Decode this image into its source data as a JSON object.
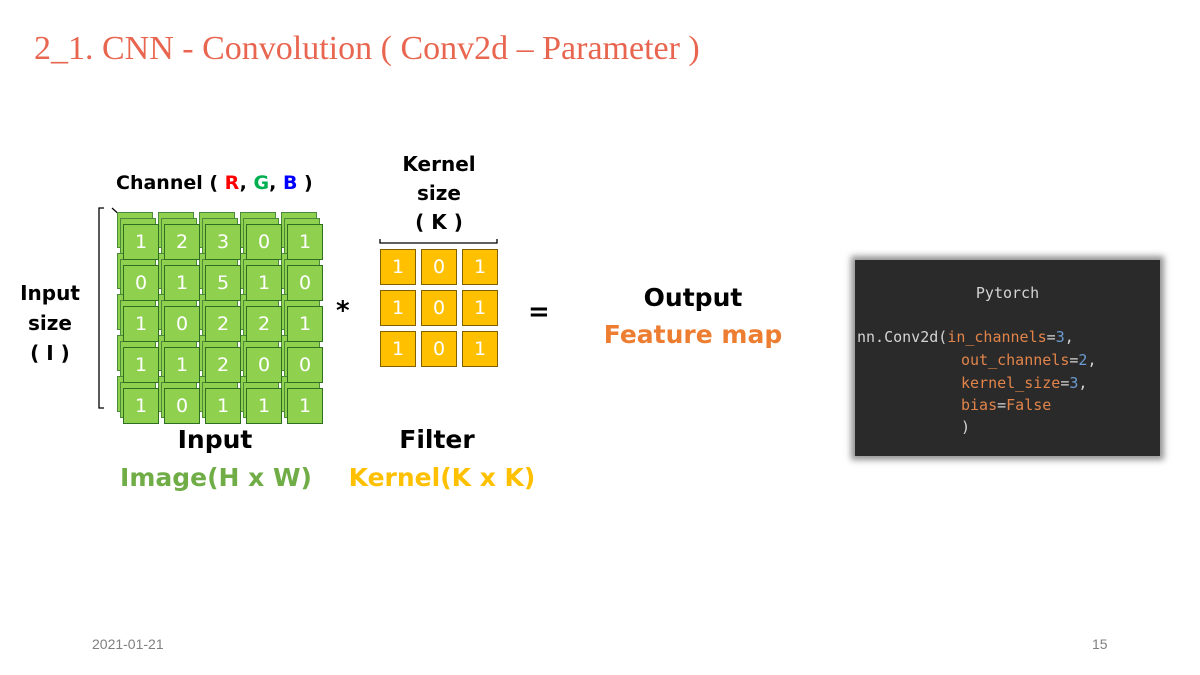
{
  "title": "2_1. CNN - Convolution ( Conv2d – Parameter )",
  "channel_label": {
    "prefix": "Channel ( ",
    "r": "R",
    "sep1": ", ",
    "g": "G",
    "sep2": ", ",
    "b": "B",
    "suffix": " )"
  },
  "input_size_label": [
    "Input",
    "size",
    "( I )"
  ],
  "kernel_size_label": [
    "Kernel",
    "size",
    "( K )"
  ],
  "input_matrix": [
    [
      1,
      2,
      3,
      0,
      1
    ],
    [
      0,
      1,
      5,
      1,
      0
    ],
    [
      1,
      0,
      2,
      2,
      1
    ],
    [
      1,
      1,
      2,
      0,
      0
    ],
    [
      1,
      0,
      1,
      1,
      1
    ]
  ],
  "kernel_matrix": [
    [
      1,
      0,
      1
    ],
    [
      1,
      0,
      1
    ],
    [
      1,
      0,
      1
    ]
  ],
  "operators": {
    "conv": "*",
    "equals": "="
  },
  "input_caption": {
    "line1": "Input",
    "line2": "Image(H x W)"
  },
  "filter_caption": {
    "line1": "Filter",
    "line2": "Kernel(K x K)"
  },
  "output_caption": {
    "line1": "Output",
    "line2": "Feature map"
  },
  "code": {
    "title": "Pytorch",
    "call": "nn.Conv2d(",
    "params": [
      {
        "name": "in_channels",
        "value": "3",
        "end": ","
      },
      {
        "name": "out_channels",
        "value": "2",
        "end": ","
      },
      {
        "name": "kernel_size",
        "value": "3",
        "end": ","
      },
      {
        "name": "bias",
        "value": "False",
        "end": ""
      }
    ],
    "close": ")"
  },
  "footer": {
    "date": "2021-01-21",
    "page": "15"
  },
  "colors": {
    "title": "#e8654f",
    "input_cell": "#8fd14f",
    "kernel_cell": "#ffc000",
    "output_label": "#ed7d31",
    "input_label": "#70ad47"
  }
}
